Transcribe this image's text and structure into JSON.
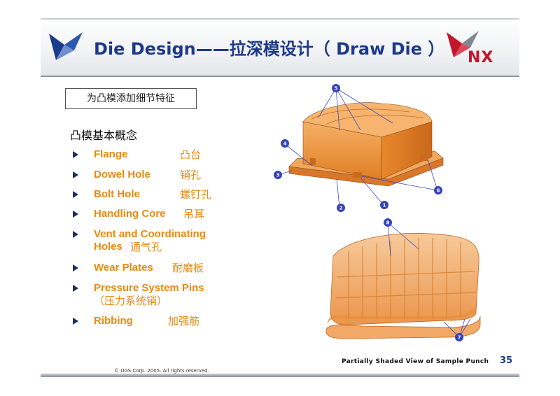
{
  "header": {
    "title": "Die Design——拉深模设计（ Draw Die ）",
    "brand": "NX"
  },
  "subtitle": "为凸模添加细节特征",
  "concept_heading": "凸模基本概念",
  "features": [
    {
      "en": "Flange",
      "cn": "凸台"
    },
    {
      "en": "Dowel Hole",
      "cn": "销孔"
    },
    {
      "en": "Bolt Hole",
      "cn": "螺钉孔"
    },
    {
      "en": "Handling Core",
      "cn": "吊耳"
    },
    {
      "en": "Vent and Coordinating",
      "en2": "Holes",
      "cn": "通气孔"
    },
    {
      "en": "Wear Plates",
      "cn": "耐磨板"
    },
    {
      "en": "Pressure System Pins",
      "cn": "（压力系统销）"
    },
    {
      "en": "Ribbing",
      "cn": "加强筋"
    }
  ],
  "callouts_top": [
    "5",
    "4",
    "3",
    "2",
    "1",
    "6"
  ],
  "callouts_bottom": [
    "8",
    "7"
  ],
  "caption": "Partially Shaded View of Sample Punch",
  "page_number": "35",
  "copyright": "© UGS Corp. 2005. All rights reserved.",
  "colors": {
    "title": "#1d3a8a",
    "accent": "#e88a10",
    "nx_red": "#c2162b",
    "part": "#e8872a"
  }
}
